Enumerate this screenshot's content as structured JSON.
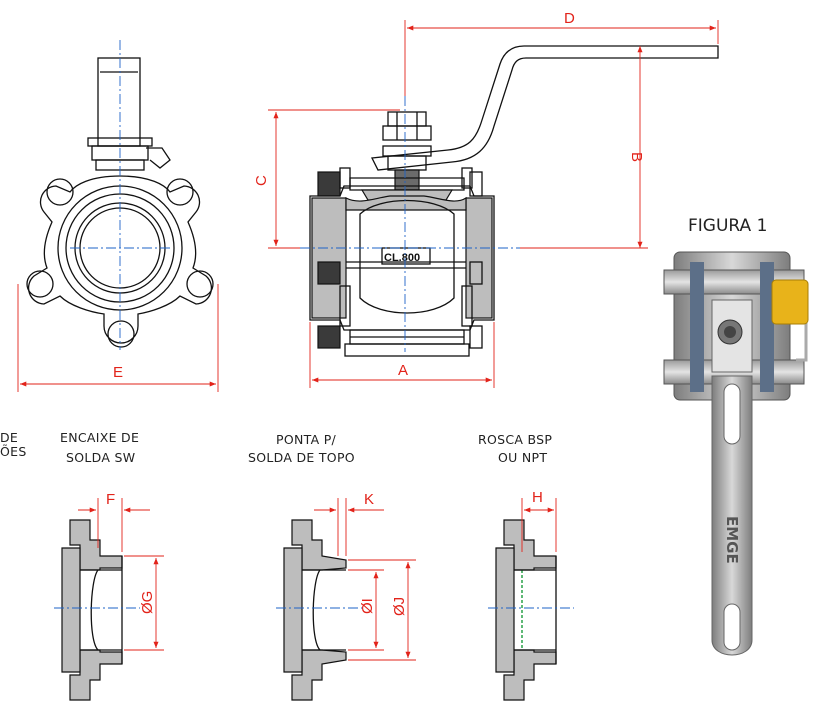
{
  "figure": {
    "title": "FIGURA 1",
    "label_class": "CL.800",
    "logo_text": "EMGE"
  },
  "dimensions": {
    "A": "A",
    "B": "B",
    "C": "C",
    "D": "D",
    "E": "E",
    "F": "F",
    "G": "ØG",
    "H": "H",
    "I": "ØI",
    "J": "ØJ",
    "K": "K"
  },
  "connections": {
    "partial_left": {
      "line1": "DE",
      "line2": "ÕES"
    },
    "socket_weld": {
      "line1": "ENCAIXE DE",
      "line2": "SOLDA SW"
    },
    "butt_weld": {
      "line1": "PONTA P/",
      "line2": "SOLDA DE TOPO"
    },
    "thread": {
      "line1": "ROSCA BSP",
      "line2": "OU NPT"
    }
  },
  "colors": {
    "dimension": "#e2231a",
    "centerline": "#1e63c7",
    "outline": "#111111",
    "photo_lock": "#e8b31a"
  }
}
